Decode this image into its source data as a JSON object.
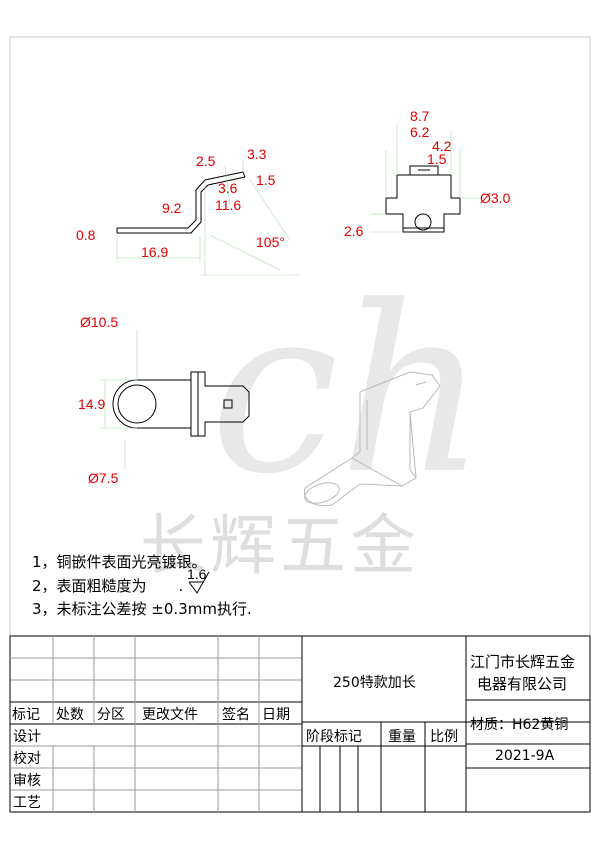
{
  "dimensions": {
    "side_view": [
      "2.5",
      "3.3",
      "1.5",
      "3.6",
      "9.2",
      "11.6",
      "0.8",
      "16.9",
      "105°"
    ],
    "top_view": [
      "8.7",
      "6.2",
      "4.2",
      "1.5",
      "Ø3.0",
      "2.6"
    ],
    "front_view": [
      "Ø10.5",
      "14.9",
      "Ø7.5"
    ]
  },
  "watermark": {
    "script": "ch",
    "text": "长辉五金"
  },
  "notes": {
    "line1": "1，铜嵌件表面光亮镀银。",
    "line2_prefix": "2，表面粗糙度为",
    "roughness_value": "1.6",
    "line2_suffix": ".",
    "line3": "3，未标注公差按  ±0.3mm执行."
  },
  "title_block": {
    "part_name": "250特款加长",
    "company_line1": "江门市长辉五金",
    "company_line2": "电器有限公司",
    "material": "材质：H62黄铜",
    "date_code": "2021-9A",
    "headers": [
      "标记",
      "处数",
      "分区",
      "更改文件",
      "签名",
      "日期"
    ],
    "stage_headers": [
      "阶段标记",
      "重量",
      "比例"
    ],
    "roles": [
      "设计",
      "校对",
      "审核",
      "工艺"
    ]
  },
  "colors": {
    "dimension_text": "#e00000",
    "line": "#000000",
    "watermark": "#dedede"
  }
}
